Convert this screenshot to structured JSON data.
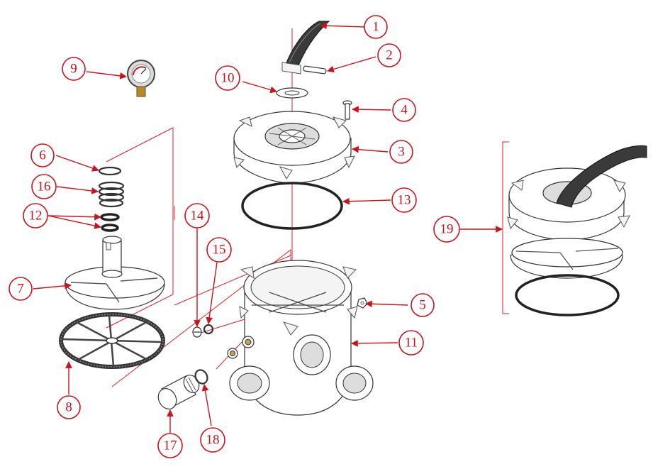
{
  "callouts": [
    {
      "id": "1",
      "label": "1"
    },
    {
      "id": "2",
      "label": "2"
    },
    {
      "id": "3",
      "label": "3"
    },
    {
      "id": "4",
      "label": "4"
    },
    {
      "id": "5",
      "label": "5"
    },
    {
      "id": "6",
      "label": "6"
    },
    {
      "id": "7",
      "label": "7"
    },
    {
      "id": "8",
      "label": "8"
    },
    {
      "id": "9",
      "label": "9"
    },
    {
      "id": "10",
      "label": "10"
    },
    {
      "id": "11",
      "label": "11"
    },
    {
      "id": "12",
      "label": "12"
    },
    {
      "id": "13",
      "label": "13"
    },
    {
      "id": "14",
      "label": "14"
    },
    {
      "id": "15",
      "label": "15"
    },
    {
      "id": "16",
      "label": "16"
    },
    {
      "id": "17",
      "label": "17"
    },
    {
      "id": "18",
      "label": "18"
    },
    {
      "id": "19",
      "label": "19"
    }
  ],
  "colors": {
    "callout": "#c8151b",
    "guide": "#d9232a",
    "line_art": "#333333"
  }
}
